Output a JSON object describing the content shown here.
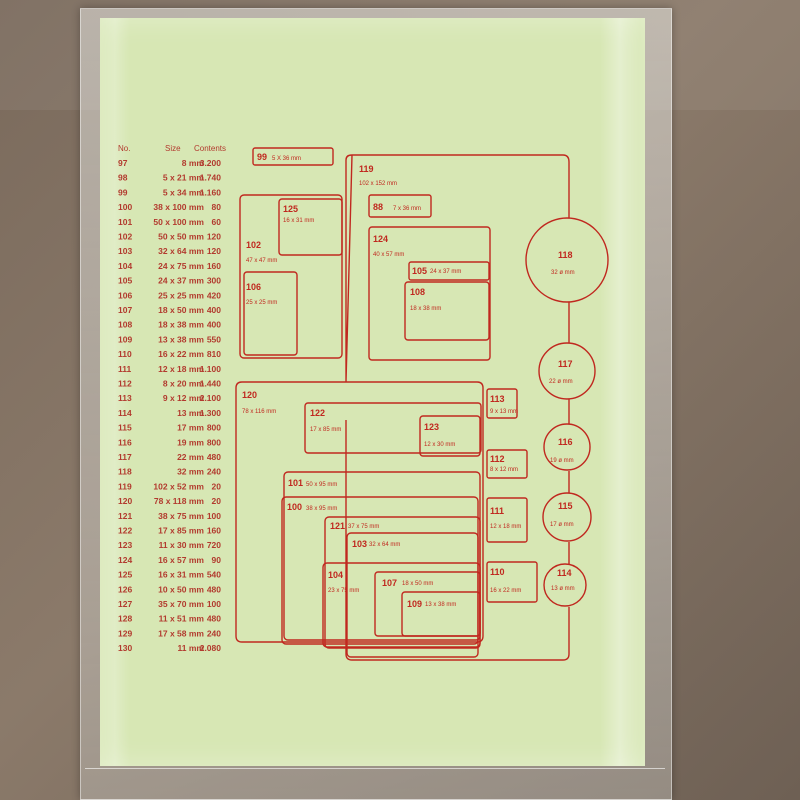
{
  "table": {
    "headers": {
      "no": "No.",
      "size": "Size",
      "contents": "Contents"
    },
    "rows": [
      [
        "97",
        "8 mm",
        "3.200"
      ],
      [
        "98",
        "5 x 21 mm",
        "1.740"
      ],
      [
        "99",
        "5 x 34 mm",
        "1.160"
      ],
      [
        "100",
        "38 x 100 mm",
        "80"
      ],
      [
        "101",
        "50 x 100 mm",
        "60"
      ],
      [
        "102",
        "50 x 50 mm",
        "120"
      ],
      [
        "103",
        "32 x 64 mm",
        "120"
      ],
      [
        "104",
        "24 x 75 mm",
        "160"
      ],
      [
        "105",
        "24 x 37 mm",
        "300"
      ],
      [
        "106",
        "25 x 25 mm",
        "420"
      ],
      [
        "107",
        "18 x 50 mm",
        "400"
      ],
      [
        "108",
        "18 x 38 mm",
        "400"
      ],
      [
        "109",
        "13 x 38 mm",
        "550"
      ],
      [
        "110",
        "16 x 22 mm",
        "810"
      ],
      [
        "111",
        "12 x 18 mm",
        "1.100"
      ],
      [
        "112",
        "8 x 20 mm",
        "1.440"
      ],
      [
        "113",
        "9 x 12 mm",
        "2.100"
      ],
      [
        "114",
        "13 mm",
        "1.300"
      ],
      [
        "115",
        "17 mm",
        "800"
      ],
      [
        "116",
        "19 mm",
        "800"
      ],
      [
        "117",
        "22 mm",
        "480"
      ],
      [
        "118",
        "32 mm",
        "240"
      ],
      [
        "119",
        "102 x 52 mm",
        "20"
      ],
      [
        "120",
        "78 x 118 mm",
        "20"
      ],
      [
        "121",
        "38 x 75 mm",
        "100"
      ],
      [
        "122",
        "17 x 85 mm",
        "160"
      ],
      [
        "123",
        "11 x 30 mm",
        "720"
      ],
      [
        "124",
        "16 x 57 mm",
        "90"
      ],
      [
        "125",
        "16 x 31 mm",
        "540"
      ],
      [
        "126",
        "10 x 50 mm",
        "480"
      ],
      [
        "127",
        "35 x 70 mm",
        "100"
      ],
      [
        "128",
        "11 x 51 mm",
        "480"
      ],
      [
        "129",
        "17 x 58 mm",
        "240"
      ],
      [
        "130",
        "11 mm",
        "2.080"
      ]
    ]
  },
  "labels": [
    {
      "no": "99",
      "size": "5 X 36 mm"
    },
    {
      "no": "119",
      "size": "102 x 152 mm"
    },
    {
      "no": "88",
      "size": "7 x 36 mm"
    },
    {
      "no": "125",
      "size": "16 x 31 mm"
    },
    {
      "no": "102",
      "size": "47 x 47 mm"
    },
    {
      "no": "106",
      "size": "25 x 25 mm"
    },
    {
      "no": "124",
      "size": "40 x 57 mm"
    },
    {
      "no": "105",
      "size": "24 x 37 mm"
    },
    {
      "no": "108",
      "size": "18 x 38 mm"
    },
    {
      "no": "118",
      "size": "32 ø mm"
    },
    {
      "no": "117",
      "size": "22 ø mm"
    },
    {
      "no": "116",
      "size": "19 ø mm"
    },
    {
      "no": "115",
      "size": "17 ø mm"
    },
    {
      "no": "114",
      "size": "13 ø mm"
    },
    {
      "no": "120",
      "size": "78 x 116 mm"
    },
    {
      "no": "122",
      "size": "17 x 85 mm"
    },
    {
      "no": "123",
      "size": "12 x 30 mm"
    },
    {
      "no": "113",
      "size": "9 x 13 mm"
    },
    {
      "no": "112",
      "size": "8 x 12 mm"
    },
    {
      "no": "111",
      "size": "12 x 18 mm"
    },
    {
      "no": "110",
      "size": "16 x 22 mm"
    },
    {
      "no": "101",
      "size": "50 x 95 mm"
    },
    {
      "no": "100",
      "size": "38 x 95 mm"
    },
    {
      "no": "121",
      "size": "37 x 75 mm"
    },
    {
      "no": "103",
      "size": "32 x 64 mm"
    },
    {
      "no": "104",
      "size": "23 x 75 mm"
    },
    {
      "no": "107",
      "size": "18 x 50 mm"
    },
    {
      "no": "109",
      "size": "13 x 38 mm"
    }
  ],
  "colors": {
    "ink": "#c0281f",
    "sheet": "#d7e7b4"
  }
}
